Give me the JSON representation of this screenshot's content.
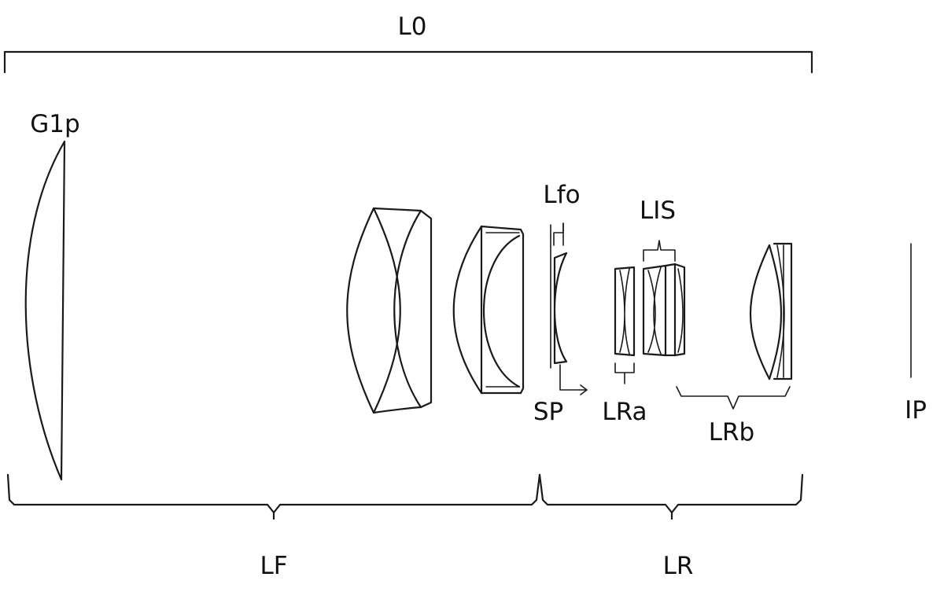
{
  "labels": {
    "L0": "L0",
    "G1p": "G1p",
    "Lfo": "Lfo",
    "LIS": "LIS",
    "SP": "SP",
    "LRa": "LRa",
    "LRb": "LRb",
    "IP": "IP",
    "LF": "LF",
    "LR": "LR"
  }
}
